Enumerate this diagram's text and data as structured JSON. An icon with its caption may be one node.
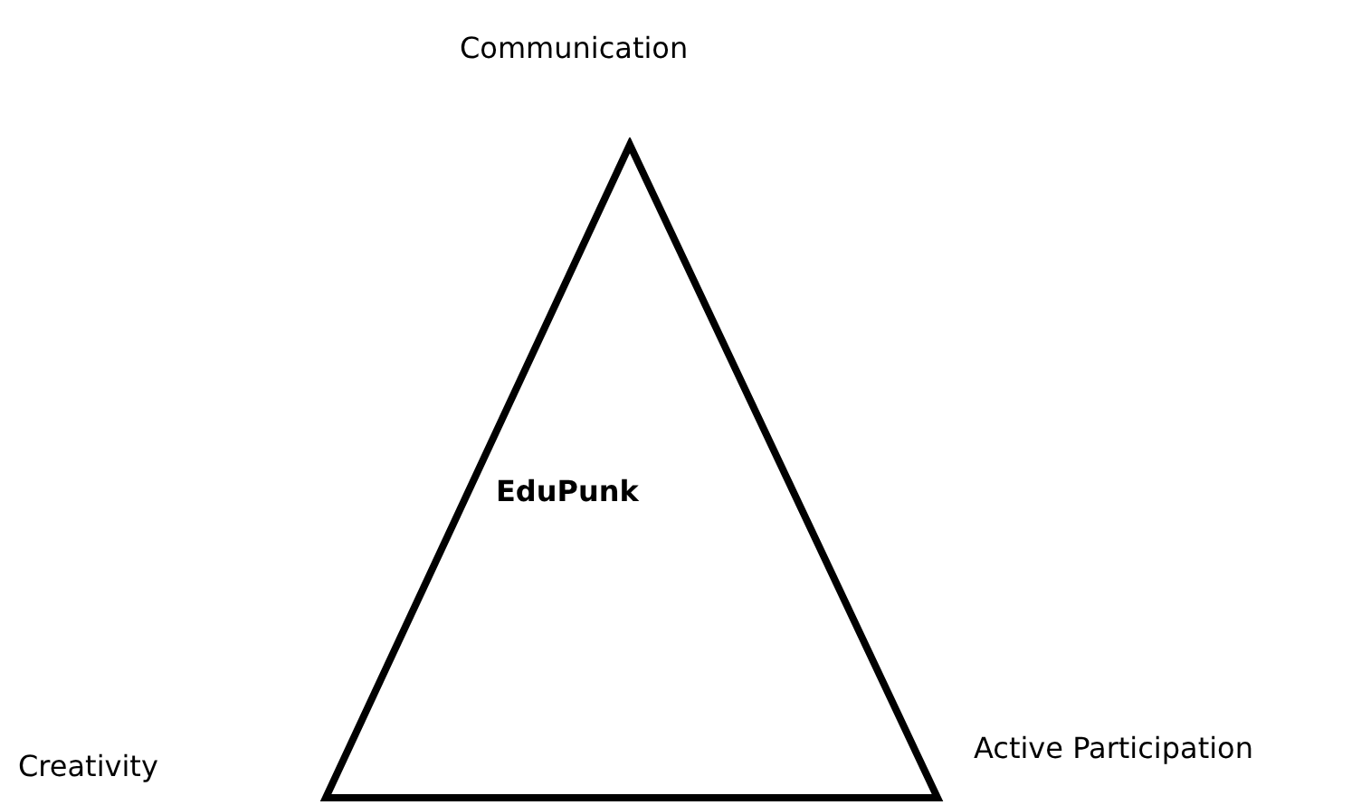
{
  "diagram": {
    "nodes": [
      {
        "text": [
          "EduPunk"
        ]
      }
    ],
    "labels": [
      "Communication",
      "Creativity",
      "Active Participation"
    ]
  }
}
